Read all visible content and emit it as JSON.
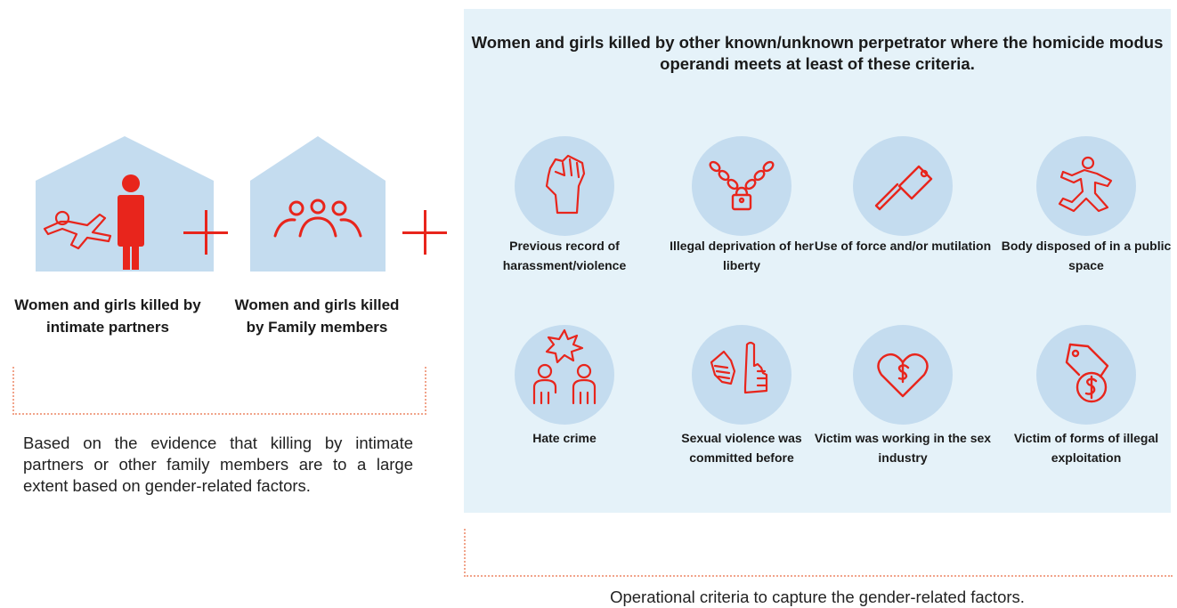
{
  "left": {
    "houses": [
      {
        "label": "Women and girls killed by intimate partners",
        "icons": [
          "body-outline-icon",
          "person-icon"
        ]
      },
      {
        "label": "Women and girls killed by Family members",
        "icons": [
          "family-group-icon"
        ]
      }
    ],
    "note": "Based on the evidence that killing by intimate partners or other family members are to a large extent based on gender-related factors."
  },
  "panel": {
    "title": "Women and girls killed by other known/unknown perpetrator where the homicide modus operandi meets at least of these criteria.",
    "criteria": [
      {
        "label": "Previous record of harassment/violence",
        "icon": "fist-icon"
      },
      {
        "label": "Illegal deprivation of her liberty",
        "icon": "chain-lock-icon"
      },
      {
        "label": "Use of force and/or mutilation",
        "icon": "cleaver-icon"
      },
      {
        "label": "Body disposed of in a public space",
        "icon": "body-outline-icon"
      },
      {
        "label": "Hate crime",
        "icon": "conflict-people-icon"
      },
      {
        "label": "Sexual violence was committed before",
        "icon": "stop-hand-icon"
      },
      {
        "label": "Victim was working in the sex industry",
        "icon": "heart-dollar-icon"
      },
      {
        "label": "Victim of forms of illegal exploitation",
        "icon": "tag-dollar-icon"
      }
    ]
  },
  "footer": "Operational criteria to capture the gender-related factors.",
  "colors": {
    "accent": "#e8251c",
    "panel": "#e5f2f9",
    "circle": "#c4dcef",
    "house": "#c4dcef"
  }
}
